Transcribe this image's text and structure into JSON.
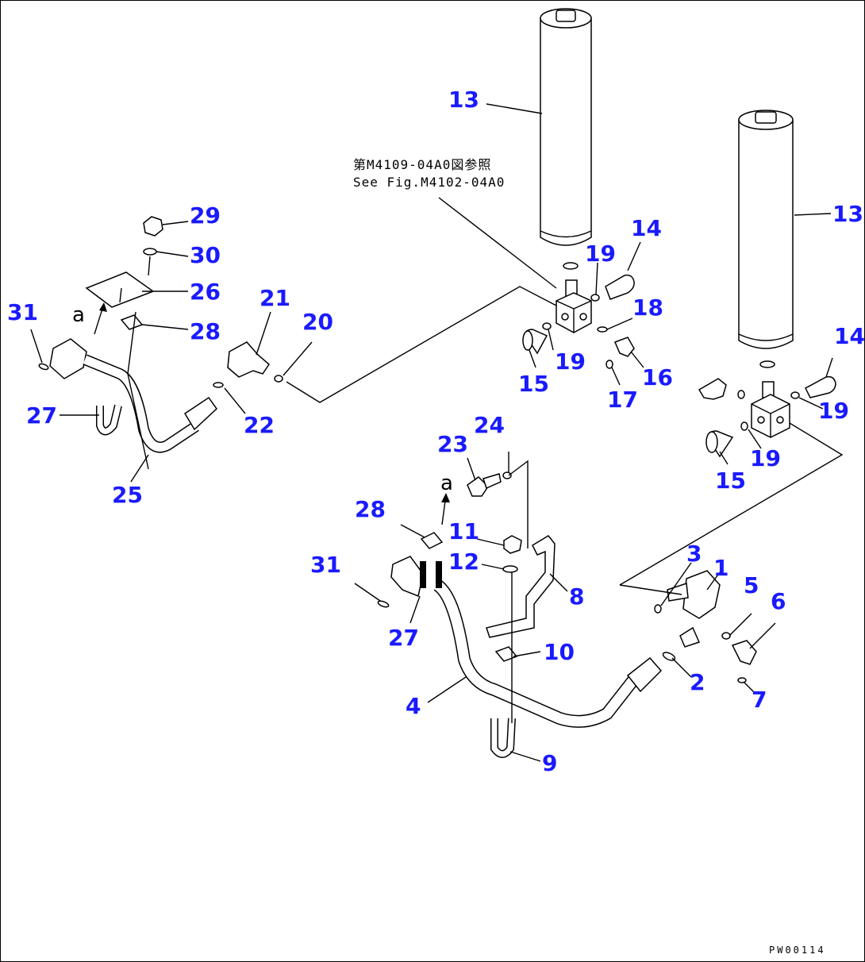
{
  "reference_note": {
    "line1": "第M4109-04A0図参照",
    "line2": "See Fig.M4102-04A0"
  },
  "figure_id": "PW00114",
  "view_marker": "a",
  "part_labels": [
    {
      "id": "p13a",
      "text": "13"
    },
    {
      "id": "p13b",
      "text": "13"
    },
    {
      "id": "p14a",
      "text": "14"
    },
    {
      "id": "p14b",
      "text": "14"
    },
    {
      "id": "p19a",
      "text": "19"
    },
    {
      "id": "p18",
      "text": "18"
    },
    {
      "id": "p19b",
      "text": "19"
    },
    {
      "id": "p15a",
      "text": "15"
    },
    {
      "id": "p16",
      "text": "16"
    },
    {
      "id": "p17",
      "text": "17"
    },
    {
      "id": "p19c",
      "text": "19"
    },
    {
      "id": "p19d",
      "text": "19"
    },
    {
      "id": "p15b",
      "text": "15"
    },
    {
      "id": "p29",
      "text": "29"
    },
    {
      "id": "p30",
      "text": "30"
    },
    {
      "id": "p26",
      "text": "26"
    },
    {
      "id": "p28a",
      "text": "28"
    },
    {
      "id": "p31a",
      "text": "31"
    },
    {
      "id": "p21",
      "text": "21"
    },
    {
      "id": "p20",
      "text": "20"
    },
    {
      "id": "p27a",
      "text": "27"
    },
    {
      "id": "p22",
      "text": "22"
    },
    {
      "id": "p25",
      "text": "25"
    },
    {
      "id": "p24",
      "text": "24"
    },
    {
      "id": "p23",
      "text": "23"
    },
    {
      "id": "p28b",
      "text": "28"
    },
    {
      "id": "p11",
      "text": "11"
    },
    {
      "id": "p12",
      "text": "12"
    },
    {
      "id": "p31b",
      "text": "31"
    },
    {
      "id": "p27b",
      "text": "27"
    },
    {
      "id": "p8",
      "text": "8"
    },
    {
      "id": "p10",
      "text": "10"
    },
    {
      "id": "p3",
      "text": "3"
    },
    {
      "id": "p1",
      "text": "1"
    },
    {
      "id": "p5",
      "text": "5"
    },
    {
      "id": "p6",
      "text": "6"
    },
    {
      "id": "p2",
      "text": "2"
    },
    {
      "id": "p7",
      "text": "7"
    },
    {
      "id": "p4",
      "text": "4"
    },
    {
      "id": "p9",
      "text": "9"
    }
  ]
}
